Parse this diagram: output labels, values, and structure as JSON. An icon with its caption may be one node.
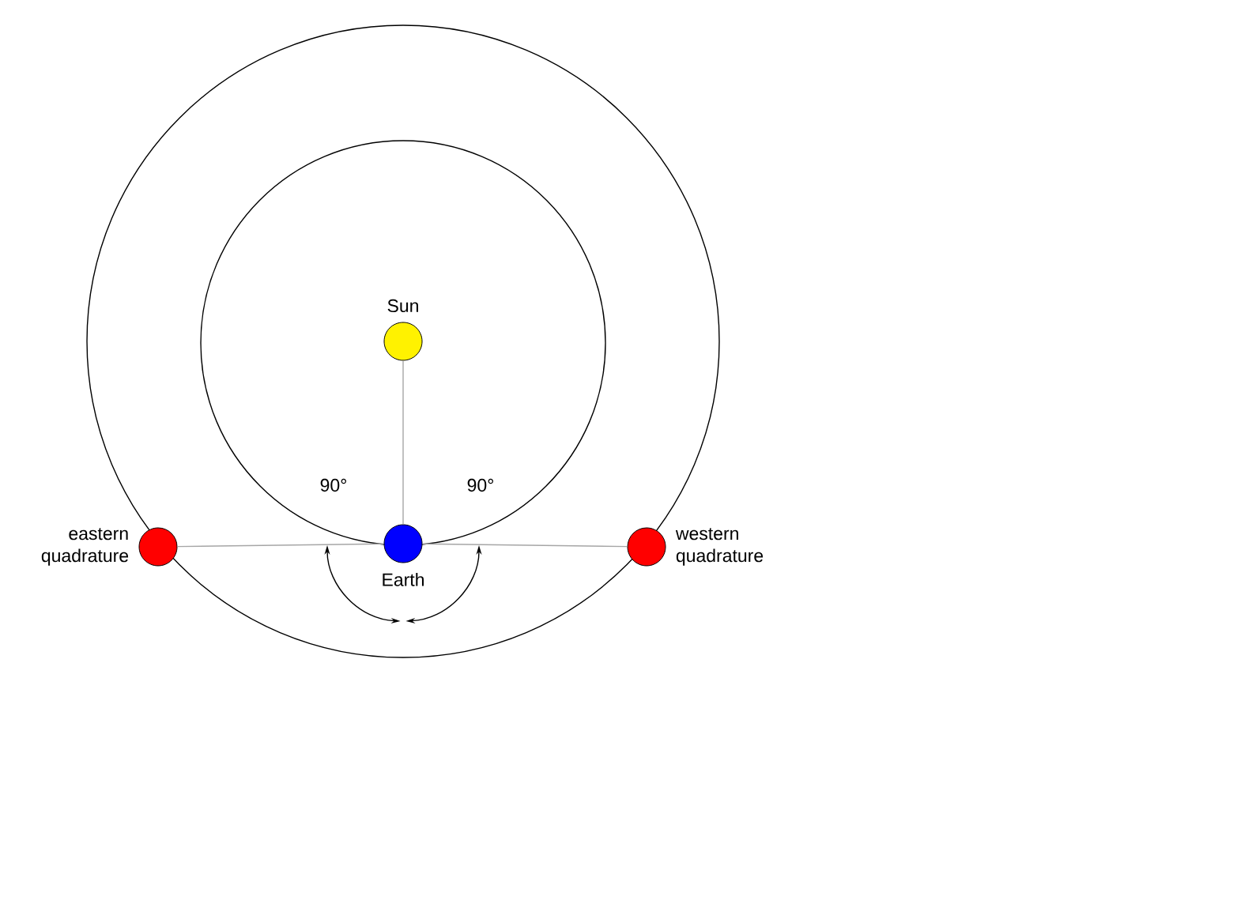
{
  "diagram": {
    "nodes": [
      {
        "text": [
          "Sun"
        ]
      },
      {
        "text": [
          "Earth"
        ]
      },
      {
        "text": [
          "eastern quadrature"
        ]
      },
      {
        "text": [
          "western quadrature"
        ]
      }
    ],
    "edges": [
      {
        "from": 0,
        "to": 1,
        "arrow": "none"
      },
      {
        "from": 1,
        "to": 2,
        "arrow": "none"
      },
      {
        "from": 1,
        "to": 3,
        "arrow": "none"
      }
    ],
    "labels": [
      "90°",
      "90°"
    ]
  }
}
